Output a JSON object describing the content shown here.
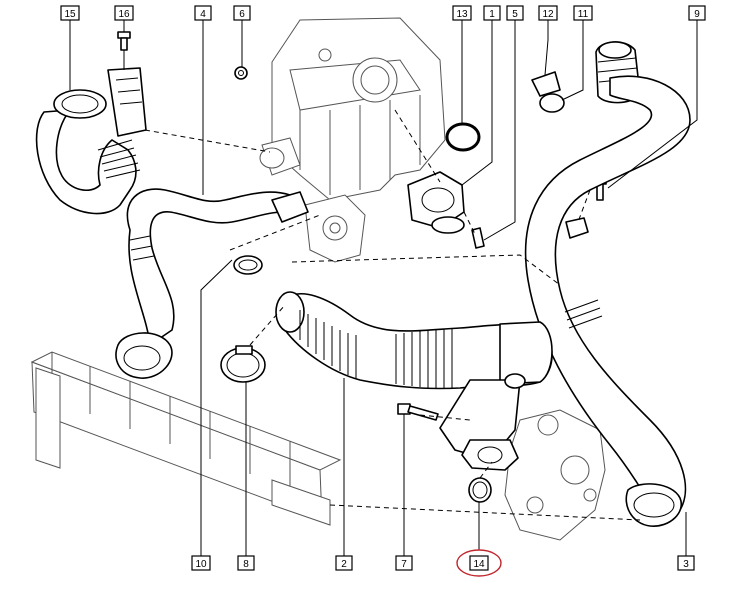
{
  "diagram": {
    "callouts": [
      {
        "id": "c15",
        "label": "15"
      },
      {
        "id": "c16",
        "label": "16"
      },
      {
        "id": "c4",
        "label": "4"
      },
      {
        "id": "c6",
        "label": "6"
      },
      {
        "id": "c13",
        "label": "13"
      },
      {
        "id": "c1",
        "label": "1"
      },
      {
        "id": "c5",
        "label": "5"
      },
      {
        "id": "c12",
        "label": "12"
      },
      {
        "id": "c11",
        "label": "11"
      },
      {
        "id": "c9",
        "label": "9"
      },
      {
        "id": "c10",
        "label": "10"
      },
      {
        "id": "c8",
        "label": "8"
      },
      {
        "id": "c2",
        "label": "2"
      },
      {
        "id": "c7",
        "label": "7"
      },
      {
        "id": "c14",
        "label": "14"
      },
      {
        "id": "c3",
        "label": "3"
      }
    ],
    "highlighted_callout": "14",
    "highlight_color": "#c0272d",
    "line_color": "#000000"
  }
}
